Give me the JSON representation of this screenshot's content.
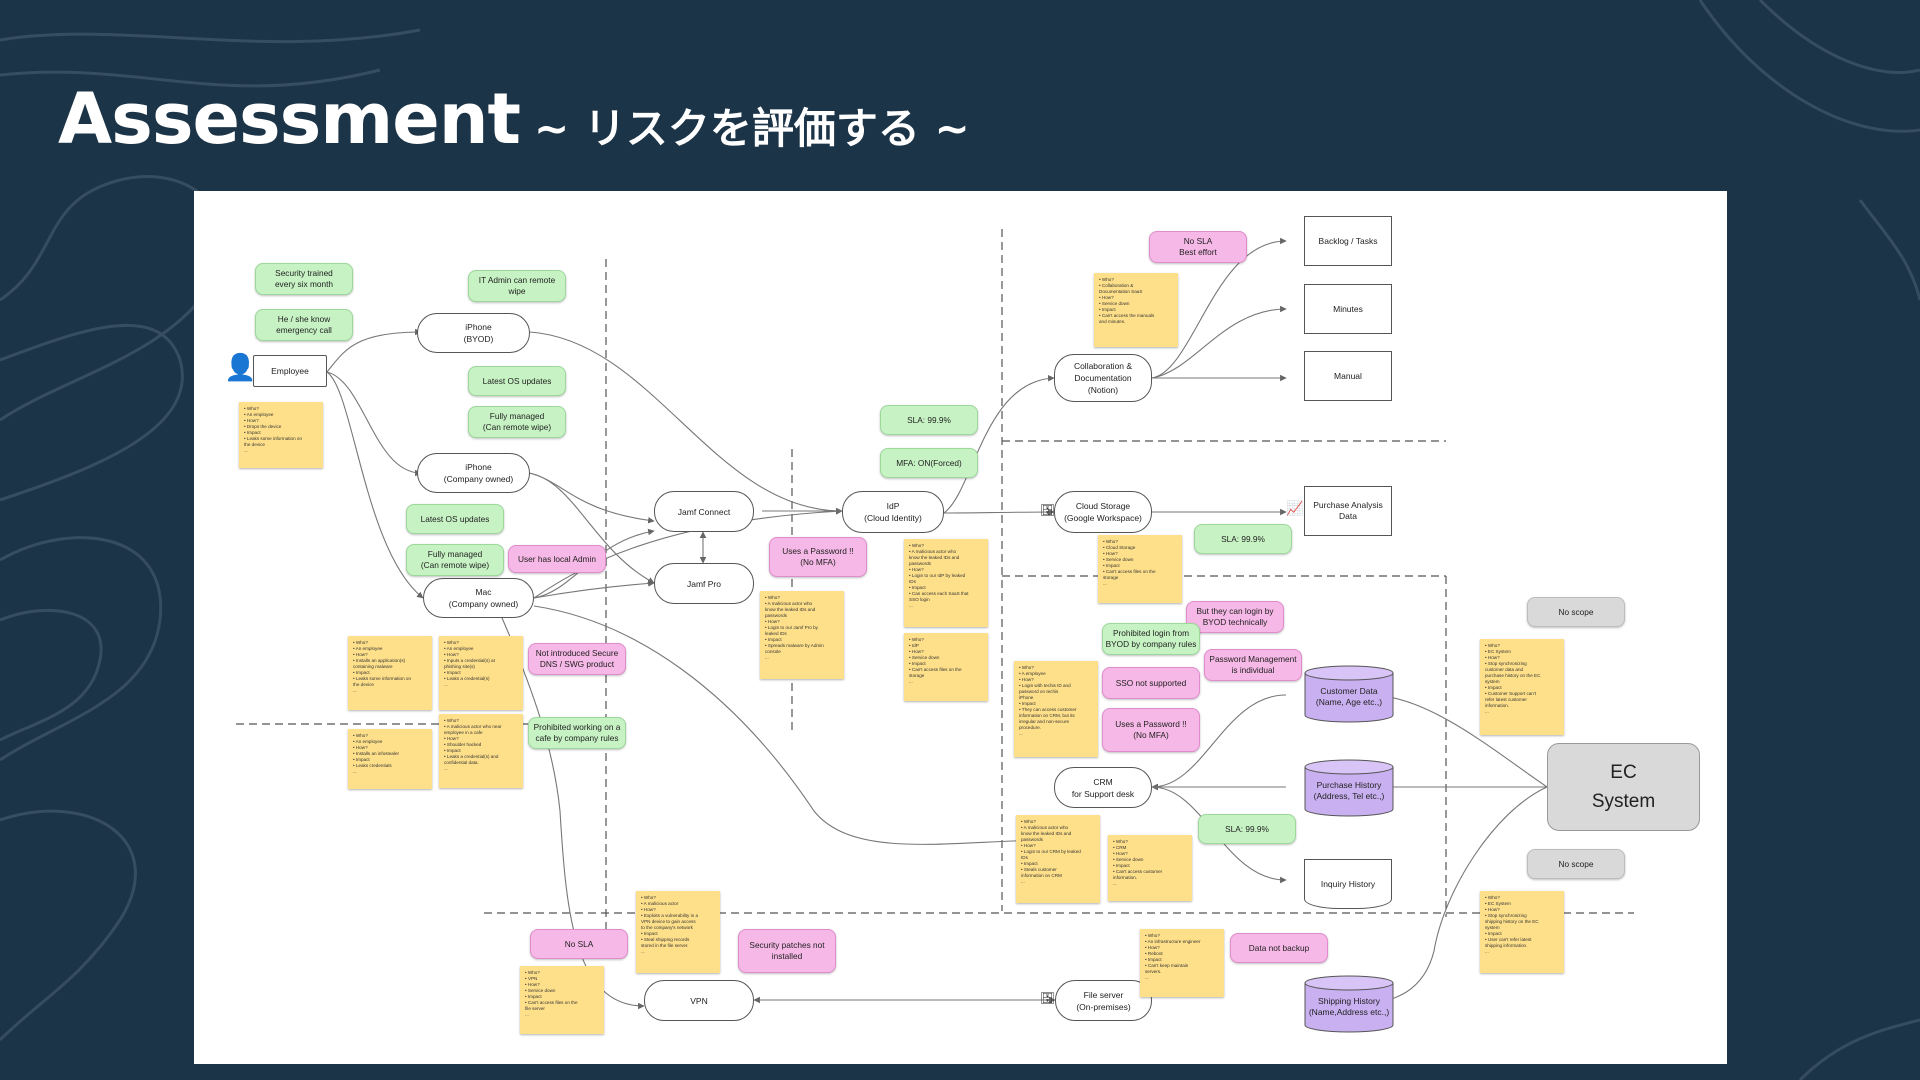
{
  "title": {
    "main": "Assessment",
    "sub": "~ リスクを評価する ~"
  },
  "nodes": {
    "employee": "Employee",
    "iphone_byod": "iPhone\n(BYOD)",
    "iphone_company": "iPhone\n(Company owned)",
    "mac": "Mac\n(Company owned)",
    "jamf_connect": "Jamf Connect",
    "jamf_pro": "Jamf Pro",
    "idp": "IdP\n(Cloud Identity)",
    "notion": "Collaboration &\nDocumentation\n(Notion)",
    "cloud_storage": "Cloud Storage\n(Google Workspace)",
    "crm": "CRM\nfor Support desk",
    "vpn": "VPN",
    "file_server": "File server\n(On-premises)",
    "ec_system": "EC\nSystem"
  },
  "documents": {
    "backlog": "Backlog / Tasks",
    "minutes": "Minutes",
    "manual": "Manual",
    "purchase_analysis": "Purchase Analysis\nData",
    "inquiry_history": "Inquiry History"
  },
  "databases": {
    "customer_data": "Customer Data\n(Name, Age etc.,)",
    "purchase_history": "Purchase History\n(Address, Tel etc.,)",
    "shipping_history": "Shipping History\n(Name,Address etc.,)"
  },
  "notes": {
    "security_trained": "Security trained\nevery six month",
    "emergency_call": "He / she know\nemergency call",
    "it_admin_wipe": "IT Admin can remote\nwipe",
    "latest_os_1": "Latest OS updates",
    "fully_managed_1": "Fully managed\n(Can remote wipe)",
    "latest_os_2": "Latest OS updates",
    "fully_managed_2": "Fully managed\n(Can remote wipe)",
    "local_admin": "User has local Admin",
    "no_dns": "Not introduced Secure\nDNS / SWG product",
    "prohibited_cafe": "Prohibited working on a\ncafe by company rules",
    "sla_idp": "SLA: 99.9%",
    "mfa_forced": "MFA: ON(Forced)",
    "password_no_mfa_1": "Uses a Password !!\n(No MFA)",
    "no_sla_best": "No SLA\nBest effort",
    "sla_storage": "SLA: 99.9%",
    "byod_technically": "But they can login by\nBYOD technically",
    "prohibited_byod": "Prohibited login from\nBYOD by company rules",
    "password_individual": "Password Management\nis individual",
    "sso_not": "SSO not supported",
    "password_no_mfa_2": "Uses a Password !!\n(No MFA)",
    "sla_crm": "SLA: 99.9%",
    "no_scope_1": "No scope",
    "no_scope_2": "No scope",
    "no_sla_vpn": "No SLA",
    "patches": "Security patches not\ninstalled",
    "no_backup": "Data not backup"
  },
  "stickies": {
    "s_employee": "• Who?\n   • An employee\n• How?\n   • Drops the device\n• Impact\n   • Leaks some information on\n     the device\n...",
    "s_notion": "• Who?\n   • Collaboration &\n     Documentation SaaS\n• How?\n   • Service down\n• Impact\n   • Can't access the manuals\n     and minutes.",
    "s_mac1": "• Who?\n   • An employee\n• How?\n   • Installs an application(s)\n     containing malware\n• Impact\n   • Leaks some information on\n     the device\n...",
    "s_mac2": "• Who?\n   • An employee\n• How?\n   • Inputs a credential(s) at\n     phishing site(s)\n• Impact\n   • Leaks a credential(s)\n...",
    "s_mac3": "• Who?\n   • An employee\n• How?\n   • Installs an infostealer\n• Impact\n   • Leaks credentials\n...",
    "s_mac4": "• Who?\n   • A malicious actor who near\n     employee in a cafe\n• How?\n   • Shoulder hacked\n• Impact\n   • Leaks a credential(s) and\n     confidential data.\n...",
    "s_jamf": "• Who?\n   • A malicious actor who\n     know the leaked IDs and\n     passwords\n• How?\n   • Login to our Jamf Pro by\n     leaked IDs\n• Impact\n   • Spreads malware by Admin\n     console\n...",
    "s_idp1": "• Who?\n   • A malicious actor who\n     know the leaked IDs and\n     passwords\n• How?\n   • Login to our IdP by leaked\n     IDs\n• Impact\n   • Can access each SaaS that\n     SSO login\n...",
    "s_idp2": "• Who?\n   • IdP\n• How?\n   • Service down\n• Impact\n   • Can't access files on the\n     storage\n...",
    "s_storage": "• Who?\n   • Cloud Storage\n• How?\n   • Service down\n• Impact\n   • Can't access files on the\n     storage\n...",
    "s_crm1": "• Who?\n   • A employee\n• How?\n   • Login with techis ID and\n     password on techis\n     iPhone\n• Impact\n   • They can access customer\n     information on CRM, but its\n     irregular and non-secure\n     procedure.\n...",
    "s_crm2": "• Who?\n   • A malicious actor who\n     know the leaked IDs and\n     passwords\n• How?\n   • Login to our CRM by leaked\n     IDs\n• Impact\n   • Steals customer\n     information on CRM\n...",
    "s_crm3": "• Who?\n   • CRM\n• How?\n   • Service down\n• Impact\n   • Can't access customer\n     information.\n...",
    "s_ec1": "• Who?\n   • EC System\n• How?\n   • Stop synchronizing\n     customer data and\n     purchase history on the EC\n     system\n• Impact\n   • Customer Support can't\n     refer latest customer\n     information.\n...",
    "s_ec2": "• Who?\n   • EC System\n• How?\n   • Stop synchronizing\n     shipping history on the EC\n     system\n• Impact\n   • User can't refer latest\n     shipping information.\n...",
    "s_vpn1": "• Who?\n   • A malicious actor\n• How?\n   • Exploits a vulnerability in a\n     VPN device to gain access\n     to the company's network\n• Impact\n   • Steal shipping records\n     stored in the file server.\n...",
    "s_vpn2": "• Who?\n   • VPN\n• How?\n   • Service down\n• Impact\n   • Can't access files on the\n     file server\n...",
    "s_fileserver": "• Who?\n   • An infrastructure engineer\n• How?\n   • Reboot\n• Impact\n   • Can't keep maintain\n     servers.\n..."
  }
}
